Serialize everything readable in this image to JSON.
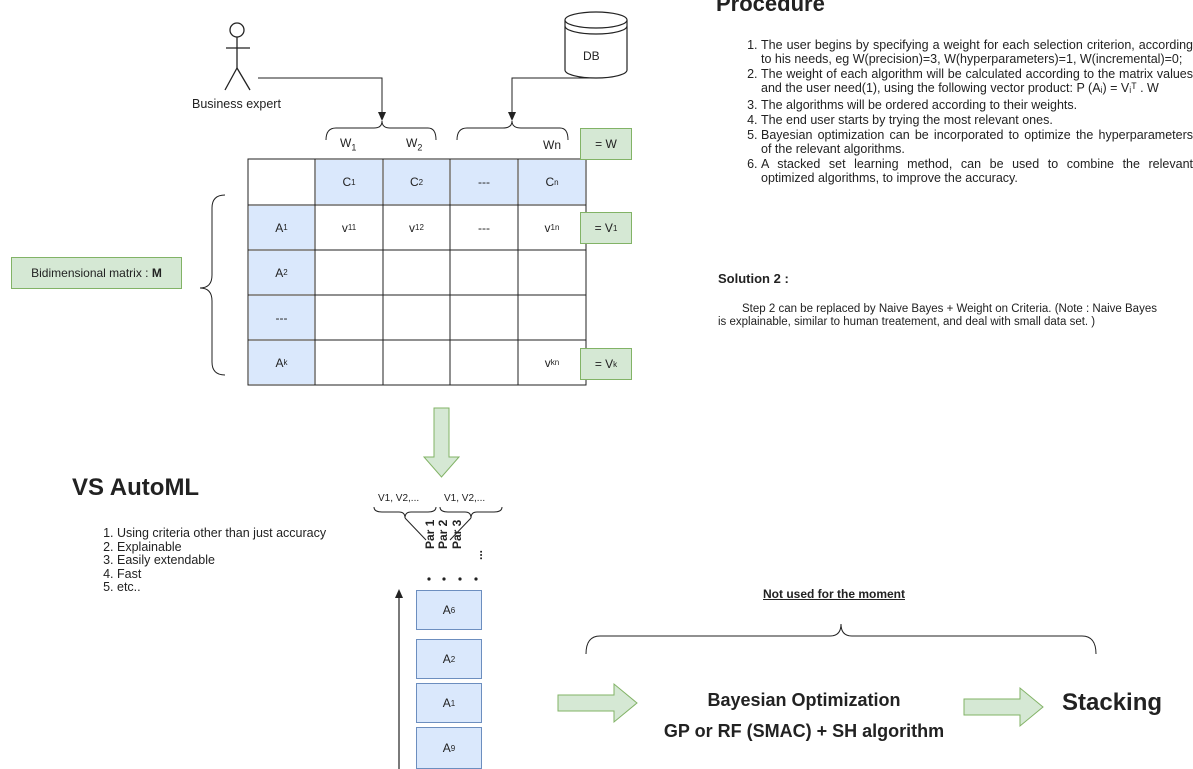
{
  "diagram": {
    "actor_label": "Business expert",
    "db_label": "DB",
    "weight_labels": [
      "W",
      "W",
      "Wn"
    ],
    "weight_subs": [
      "1",
      "2",
      ""
    ],
    "eq_w": "= W",
    "eq_v1": "= V",
    "eq_v1_sub": "1",
    "eq_vk": "= V",
    "eq_vk_sub": "k",
    "header_cells": [
      {
        "t": "C",
        "s": "1"
      },
      {
        "t": "C",
        "s": "2"
      },
      {
        "t": "---",
        "s": ""
      },
      {
        "t": "C",
        "s": "n"
      }
    ],
    "row_labels": [
      {
        "t": "A",
        "s": "1"
      },
      {
        "t": "A",
        "s": "2"
      },
      {
        "t": "---",
        "s": ""
      },
      {
        "t": "A",
        "s": "k"
      }
    ],
    "row1_values": [
      {
        "t": "v",
        "s": "11"
      },
      {
        "t": "v",
        "s": "12"
      },
      {
        "t": "---",
        "s": ""
      },
      {
        "t": "v",
        "s": "1n"
      }
    ],
    "rowk_value": {
      "t": "v",
      "s": "kn"
    },
    "matrix_label": "Bidimensional matrix : ",
    "matrix_label_bold": "M"
  },
  "procedure": {
    "title": "Procedure",
    "steps": [
      "The user begins by specifying a weight for each selection criterion, according to his needs, eg W(precision)=3, W(hyperparameters)=1, W(incremental)=0;",
      "The weight of each algorithm will be calculated according to the matrix values and the user need(1), using the following vector product: P (Aᵢ) = Vᵢᵀ . W",
      "The algorithms will be ordered according to their weights.",
      "The end user starts by trying the most relevant ones.",
      "Bayesian optimization can be incorporated to optimize the hyperparameters of the relevant algorithms.",
      "A stacked set learning method, can be used to combine the relevant optimized algorithms, to improve the accuracy."
    ],
    "solution_title": "Solution 2 :",
    "solution_text": "Step 2 can be replaced by Naive Bayes + Weight on Criteria.  (Note : Naive Bayes is explainable, similar to human treatement, and deal with small data set. )"
  },
  "vs_automl": {
    "title": "VS AutoML",
    "items": [
      "Using criteria other than just accuracy",
      "Explainable",
      "Easily extendable",
      "Fast",
      "etc.."
    ]
  },
  "ranking": {
    "brace_labels": [
      "V1, V2,...",
      "V1, V2,..."
    ],
    "par_labels": [
      "Par 1",
      "Par 2",
      "Par 3",
      "..."
    ],
    "stack_cells": [
      {
        "t": "A",
        "s": "6"
      },
      {
        "t": "A",
        "s": "2"
      },
      {
        "t": "A",
        "s": "1"
      },
      {
        "t": "A",
        "s": "9"
      }
    ]
  },
  "bottom": {
    "not_used": "Not used for the moment",
    "bayes_line1": "Bayesian Optimization",
    "bayes_line2": "GP or RF (SMAC) + SH algorithm",
    "stacking": "Stacking"
  }
}
